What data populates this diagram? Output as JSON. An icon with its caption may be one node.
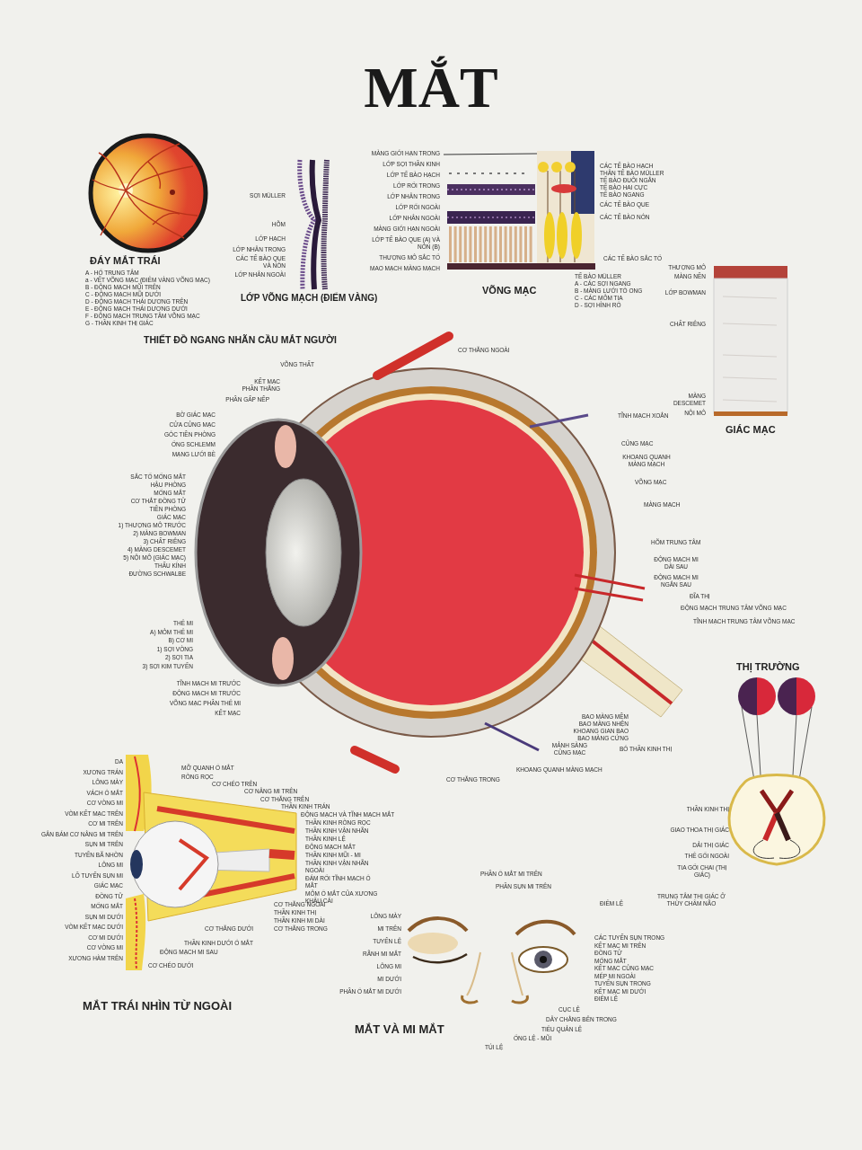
{
  "diagram": {
    "title": "MẮT",
    "labels": [
      "ĐÁY MẮT TRÁI",
      "A - HỐ TRUNG TÂM",
      "a - VẾT VÕNG MẠC (ĐIỂM VÀNG VÕNG MẠC)",
      "B - ĐỘNG MẠCH MŨI TRÊN",
      "C - ĐỘNG MẠCH MŨI DƯỚI",
      "D - ĐỘNG MẠCH THÁI DƯƠNG TRÊN",
      "E - ĐỘNG MẠCH THÁI DƯƠNG DƯỚI",
      "F - ĐỘNG MẠCH TRUNG TÂM VÕNG MẠC",
      "G - THẦN KINH THỊ GIÁC",
      "SỢI MÜLLER",
      "HÕM",
      "LỚP HẠCH",
      "LỚP NHÂN TRONG",
      "CÁC TẾ BÀO QUE VÀ NÓN",
      "LỚP NHÂN NGOÀI",
      "LỚP VÕNG MẠCH (ĐIỂM VÀNG)",
      "MÀNG GIỚI HẠN TRONG",
      "LỚP SỢI THẦN KINH",
      "LỚP TẾ BÀO HẠCH",
      "LỚP RỐI TRONG",
      "LỚP NHÂN TRONG",
      "LỚP RỐI NGOÀI",
      "LỚP NHÂN NGOÀI",
      "MÀNG GIỚI HẠN NGOÀI",
      "LỚP TẾ BÀO QUE (A) VÀ NÓN (B)",
      "THƯỢNG MÔ SẮC TỐ",
      "MAO MẠCH MÀNG MẠCH",
      "CÁC TẾ BÀO HẠCH",
      "THÂN TẾ BÀO MÜLLER",
      "TẾ BÀO ĐUÔI NGẮN",
      "TẾ BÀO HAI CỰC",
      "TẾ BÀO NGANG",
      "CÁC TẾ BÀO QUE",
      "CÁC TẾ BÀO NÓN",
      "CÁC TẾ BÀO SẮC TỐ",
      "TẾ BÀO MÜLLER",
      "A - CÁC SỢI NGANG",
      "B - MÀNG LƯỚI TỔ ONG",
      "C - CÁC MỎM TIA",
      "D - SỢI HÌNH RỔ",
      "VÕNG MẠC",
      "THƯỢNG MÔ",
      "MÀNG NỀN",
      "LỚP BOWMAN",
      "CHẤT RIÊNG",
      "MÀNG DESCEMET",
      "NỘI MÔ",
      "GIÁC MẠC",
      "THIẾT ĐỒ NGANG NHÃN CẦU MẮT NGƯỜI",
      "VÕNG THẤT",
      "KẾT MẠC PHẦN THẲNG",
      "PHẦN GẤP NẾP",
      "BỜ GIÁC MẠC",
      "CỬA CỦNG MẠC",
      "GÓC TIỀN PHÒNG",
      "ỐNG SCHLEMM",
      "MẠNG LƯỚI BÈ",
      "SẮC TỐ MỐNG MẮT",
      "HẬU PHÒNG",
      "MỐNG MẮT",
      "CƠ THẮT ĐỒNG TỬ",
      "TIỀN PHÒNG",
      "GIÁC MẠC",
      "1) THƯỢNG MÔ TRƯỚC",
      "2) MÀNG BOWMAN",
      "3) CHẤT RIÊNG",
      "4) MÀNG DESCEMET",
      "5) NỘI MÔ (GIÁC MẠC)",
      "THẤU KÍNH",
      "ĐƯỜNG SCHWALBE",
      "THỂ MI",
      "A) MỎM THỂ MI",
      "B) CƠ MI",
      "1) SỢI VÒNG",
      "2) SỢI TIA",
      "3) SỢI KIM TUYẾN",
      "TĨNH MẠCH MI TRƯỚC",
      "ĐỘNG MẠCH MI TRƯỚC",
      "VÕNG MẠC PHẦN THỂ MI",
      "KẾT MẠC",
      "CƠ THẲNG NGOÀI",
      "TĨNH MẠCH XOẮN",
      "CỦNG MẠC",
      "KHOANG QUANH MÀNG MẠCH",
      "VÕNG MẠC",
      "MÀNG MẠCH",
      "HÕM TRUNG TÂM",
      "ĐỘNG MẠCH MI DÀI SAU",
      "ĐỘNG MẠCH MI NGẮN SAU",
      "ĐĨA THỊ",
      "ĐỘNG MẠCH TRUNG TÂM VÕNG MẠC",
      "TĨNH MẠCH TRUNG TÂM VÕNG MẠC",
      "BAO MÀNG MỀM",
      "BAO MÀNG NHỆN",
      "KHOANG GIAN BAO",
      "BAO MÀNG CỨNG",
      "MẢNH SÀNG CỦNG MẠC",
      "BÓ THẦN KINH THỊ",
      "KHOANG QUANH MÀNG MẠCH",
      "CƠ THẲNG TRONG",
      "THỊ TRƯỜNG",
      "THẦN KINH THỊ",
      "GIAO THOA THỊ GIÁC",
      "DẢI THỊ GIÁC",
      "THỂ GỐI NGOÀI",
      "TIA GỐI CHAI (THỊ GIÁC)",
      "TRUNG TÂM THỊ GIÁC Ở THÙY CHẨM NÃO",
      "DA",
      "XƯƠNG TRÁN",
      "LÔNG MÀY",
      "VÁCH Ổ MẮT",
      "CƠ VÒNG MI",
      "VÒM KẾT MẠC TRÊN",
      "CƠ MI TRÊN",
      "GÂN BÁM CƠ NÂNG MI TRÊN",
      "SỤN MI TRÊN",
      "TUYẾN BÃ NHỜN",
      "LÔNG MI",
      "LỖ TUYẾN SỤN MI",
      "GIÁC MẠC",
      "ĐỒNG TỬ",
      "MỐNG MẮT",
      "SỤN MI DƯỚI",
      "VÒM KẾT MẠC DƯỚI",
      "CƠ MI DƯỚI",
      "CƠ VÒNG MI",
      "XƯƠNG HÀM TRÊN",
      "MỠ QUANH Ổ MẮT",
      "RÒNG RỌC",
      "CƠ CHÉO TRÊN",
      "CƠ NÂNG MI TRÊN",
      "CƠ THẲNG TRÊN",
      "THẦN KINH TRÁN",
      "ĐỘNG MẠCH VÀ TĨNH MẠCH MẮT",
      "THẦN KINH RÒNG RỌC",
      "THẦN KINH VẬN NHÃN",
      "THẦN KINH LỆ",
      "ĐỘNG MẠCH MẮT",
      "THẦN KINH MŨI - MI",
      "THẦN KINH VẬN NHÃN NGOÀI",
      "ĐÁM RỐI TĨNH MẠCH Ổ MẮT",
      "MỎM Ổ MẮT CỦA XƯƠNG KHẨU CÁI",
      "CƠ THẲNG NGOÀI",
      "THẦN KINH THỊ",
      "THẦN KINH MI DÀI",
      "CƠ THẲNG TRONG",
      "CƠ THẲNG DƯỚI",
      "THẦN KINH DƯỚI Ổ MẮT",
      "ĐỘNG MẠCH MI SAU",
      "CƠ CHÉO DƯỚI",
      "MẮT TRÁI NHÌN TỪ NGOÀI",
      "PHẦN Ổ MẮT MI TRÊN",
      "PHẦN SỤN MI TRÊN",
      "LÔNG MÀY",
      "MI TRÊN",
      "TUYẾN LỆ",
      "RÃNH MI MẮT",
      "LÔNG MI",
      "MI DƯỚI",
      "PHẦN Ổ MẮT MI DƯỚI",
      "ĐIỂM LỆ",
      "CÁC TUYẾN SỤN TRONG",
      "KẾT MẠC MI TRÊN",
      "ĐỒNG TỬ",
      "MỐNG MẮT",
      "KẾT MẠC CỦNG MẠC",
      "MÉP MI NGOÀI",
      "TUYẾN SỤN TRONG",
      "KẾT MẠC MI DƯỚI",
      "ĐIỂM LỆ",
      "CỤC LỆ",
      "DÂY CHẰNG BÊN TRONG",
      "TIỂU QUẢN LỆ",
      "ỐNG LỆ - MŨI",
      "TÚI LỆ",
      "MẮT VÀ MI MẮT"
    ]
  }
}
